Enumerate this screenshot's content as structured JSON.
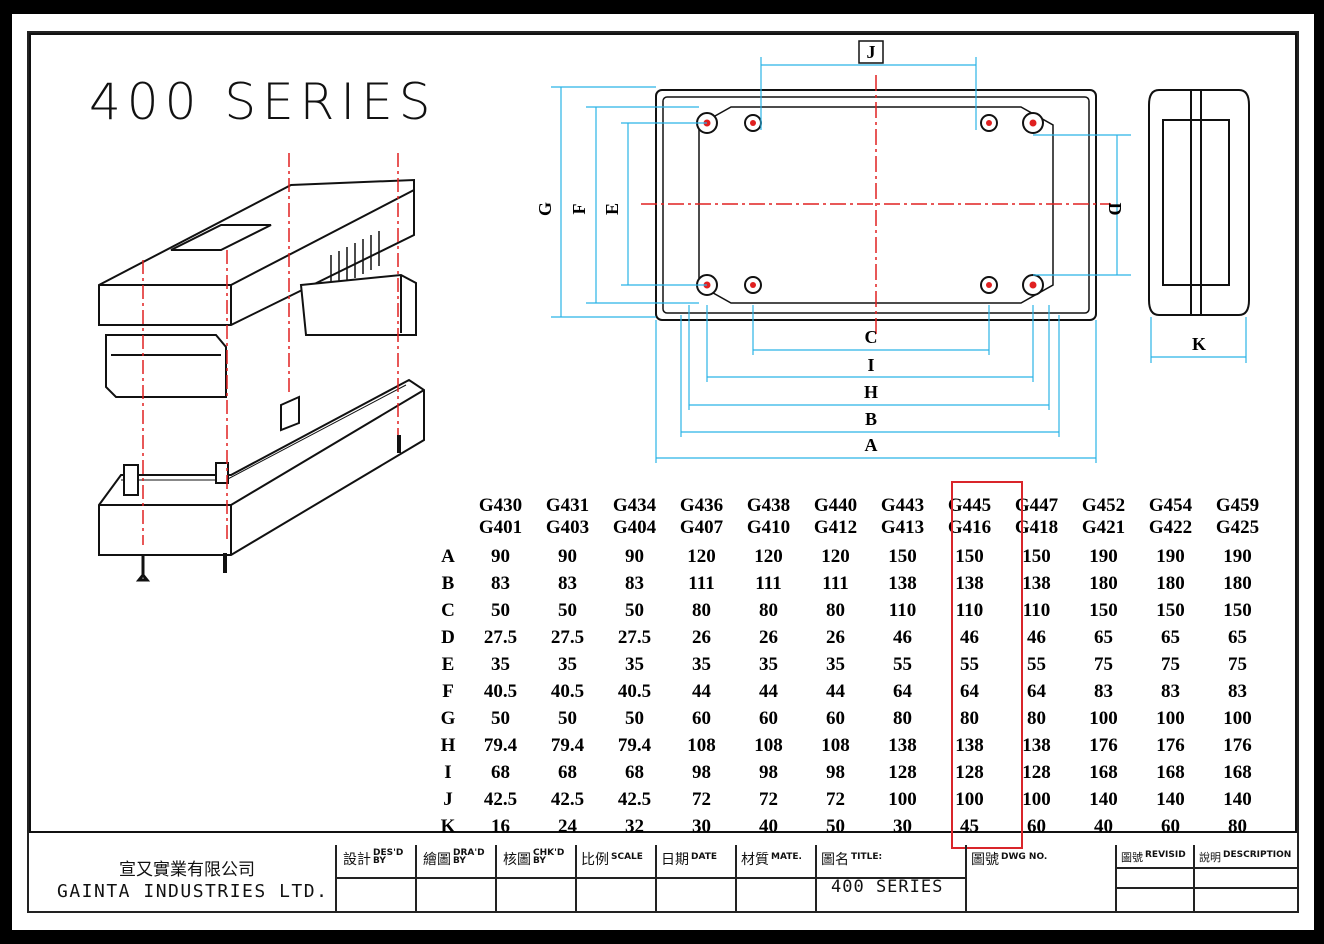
{
  "sheet_title": "400 SERIES",
  "dimension_labels": {
    "A": "A",
    "B": "B",
    "C": "C",
    "D": "D",
    "E": "E",
    "F": "F",
    "G": "G",
    "H": "H",
    "I": "I",
    "J": "J",
    "K": "K"
  },
  "table": {
    "columns": [
      {
        "top": "G430",
        "bottom": "G401"
      },
      {
        "top": "G431",
        "bottom": "G403"
      },
      {
        "top": "G434",
        "bottom": "G404"
      },
      {
        "top": "G436",
        "bottom": "G407"
      },
      {
        "top": "G438",
        "bottom": "G410"
      },
      {
        "top": "G440",
        "bottom": "G412"
      },
      {
        "top": "G443",
        "bottom": "G413"
      },
      {
        "top": "G445",
        "bottom": "G416"
      },
      {
        "top": "G447",
        "bottom": "G418"
      },
      {
        "top": "G452",
        "bottom": "G421"
      },
      {
        "top": "G454",
        "bottom": "G422"
      },
      {
        "top": "G459",
        "bottom": "G425"
      }
    ],
    "rows": [
      {
        "label": "A",
        "values": [
          "90",
          "90",
          "90",
          "120",
          "120",
          "120",
          "150",
          "150",
          "150",
          "190",
          "190",
          "190"
        ]
      },
      {
        "label": "B",
        "values": [
          "83",
          "83",
          "83",
          "111",
          "111",
          "111",
          "138",
          "138",
          "138",
          "180",
          "180",
          "180"
        ]
      },
      {
        "label": "C",
        "values": [
          "50",
          "50",
          "50",
          "80",
          "80",
          "80",
          "110",
          "110",
          "110",
          "150",
          "150",
          "150"
        ]
      },
      {
        "label": "D",
        "values": [
          "27.5",
          "27.5",
          "27.5",
          "26",
          "26",
          "26",
          "46",
          "46",
          "46",
          "65",
          "65",
          "65"
        ]
      },
      {
        "label": "E",
        "values": [
          "35",
          "35",
          "35",
          "35",
          "35",
          "35",
          "55",
          "55",
          "55",
          "75",
          "75",
          "75"
        ]
      },
      {
        "label": "F",
        "values": [
          "40.5",
          "40.5",
          "40.5",
          "44",
          "44",
          "44",
          "64",
          "64",
          "64",
          "83",
          "83",
          "83"
        ]
      },
      {
        "label": "G",
        "values": [
          "50",
          "50",
          "50",
          "60",
          "60",
          "60",
          "80",
          "80",
          "80",
          "100",
          "100",
          "100"
        ]
      },
      {
        "label": "H",
        "values": [
          "79.4",
          "79.4",
          "79.4",
          "108",
          "108",
          "108",
          "138",
          "138",
          "138",
          "176",
          "176",
          "176"
        ]
      },
      {
        "label": "I",
        "values": [
          "68",
          "68",
          "68",
          "98",
          "98",
          "98",
          "128",
          "128",
          "128",
          "168",
          "168",
          "168"
        ]
      },
      {
        "label": "J",
        "values": [
          "42.5",
          "42.5",
          "42.5",
          "72",
          "72",
          "72",
          "100",
          "100",
          "100",
          "140",
          "140",
          "140"
        ]
      },
      {
        "label": "K",
        "values": [
          "16",
          "24",
          "32",
          "30",
          "40",
          "50",
          "30",
          "45",
          "60",
          "40",
          "60",
          "80"
        ]
      }
    ],
    "highlight_column_index": 7,
    "highlight_color": "#d9252a"
  },
  "title_block": {
    "company_cn": "宣又實業有限公司",
    "company_en": "GAINTA INDUSTRIES LTD.",
    "fields": [
      {
        "cn": "設計",
        "en_top": "DES'D",
        "en_bottom": "BY"
      },
      {
        "cn": "繪圖",
        "en_top": "DRA'D",
        "en_bottom": "BY"
      },
      {
        "cn": "核圖",
        "en_top": "CHK'D",
        "en_bottom": "BY"
      },
      {
        "cn": "比例",
        "en_top": "SCALE",
        "en_bottom": ""
      },
      {
        "cn": "日期",
        "en_top": "DATE",
        "en_bottom": ""
      },
      {
        "cn": "材質",
        "en_top": "MATE.",
        "en_bottom": ""
      }
    ],
    "title_label_cn": "圖名",
    "title_label_en": "TITLE:",
    "title_value": "400  SERIES",
    "dwg_label_cn": "圖號",
    "dwg_label_en": "DWG NO.",
    "revision_label_cn": "圖號",
    "revision_label_en": "REVISID",
    "description_label_cn": "說明",
    "description_label_en": "DESCRIPTION"
  },
  "colors": {
    "dimension_line": "#2ab3e6",
    "center_line": "#e02020",
    "outline": "#111111"
  }
}
